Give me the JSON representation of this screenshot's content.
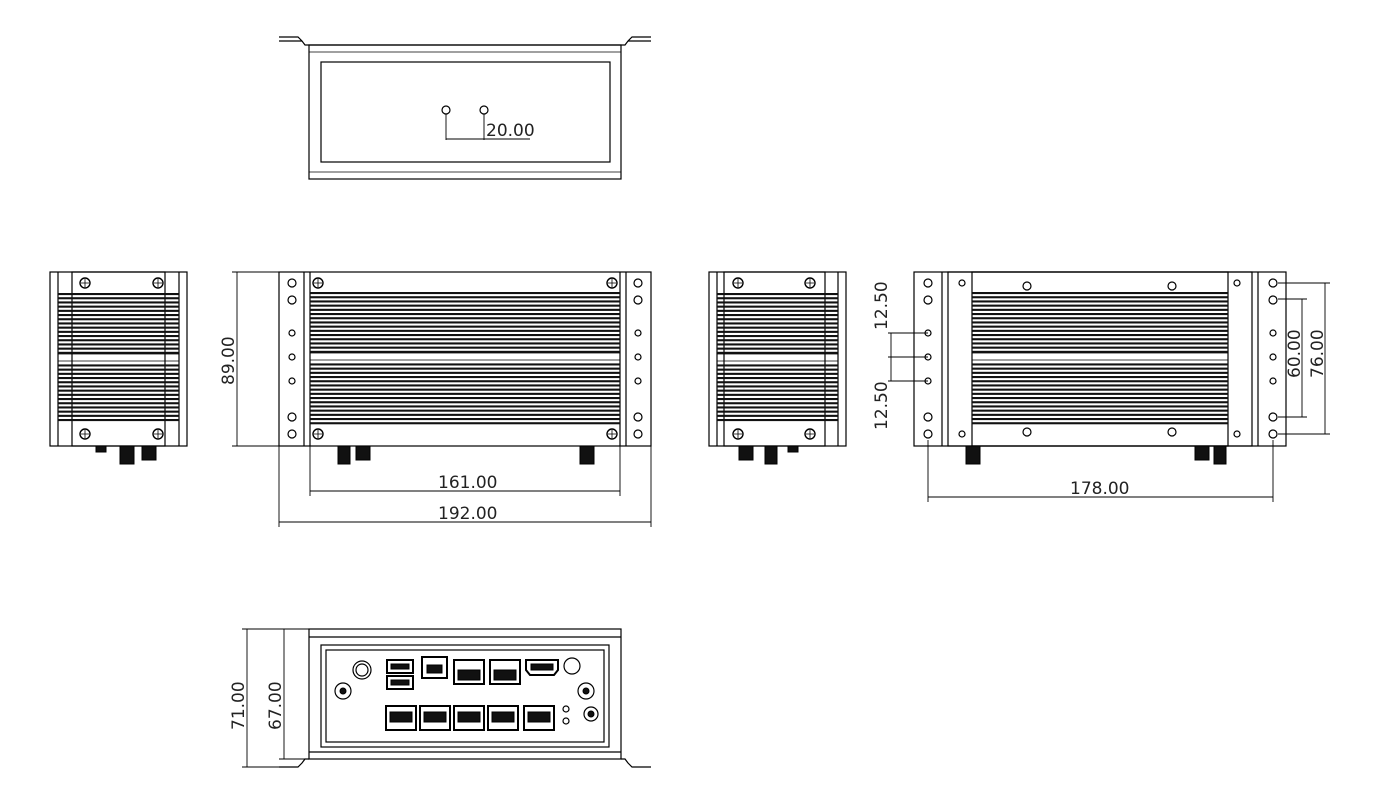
{
  "drawing": {
    "dimensions": {
      "top_hole_spacing": "20.00",
      "front_height": "89.00",
      "front_inner_width": "161.00",
      "front_overall_width": "192.00",
      "mount_spacing_top": "12.50",
      "mount_spacing_bottom": "12.50",
      "mount_hole_width": "178.00",
      "mount_inner_height": "60.00",
      "mount_outer_height": "76.00",
      "io_outer_height": "71.00",
      "io_inner_height": "67.00"
    }
  }
}
